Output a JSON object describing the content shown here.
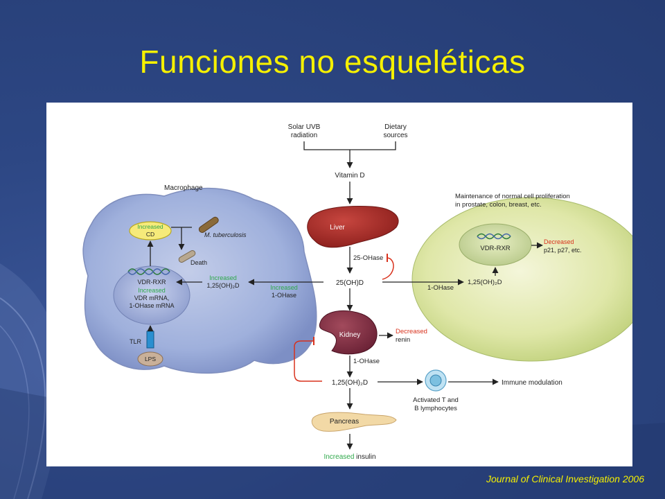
{
  "slide": {
    "title": "Funciones no esqueléticas",
    "credit": "Journal of Clinical Investigation 2006"
  },
  "diagram": {
    "solar_uvb": [
      "Solar UVB",
      "radiation"
    ],
    "dietary": [
      "Dietary",
      "sources"
    ],
    "vitamin_d": "Vitamin D",
    "liver": "Liver",
    "ohase25": "25-OHase",
    "ohd25": "25(OH)D",
    "kidney": "Kidney",
    "decreased_renin": [
      "Decreased",
      "renin"
    ],
    "ohase1_kidney": "1-OHase",
    "ohd125_lower": "1,25(OH)₂D",
    "activated_tb": [
      "Activated T and",
      "B lymphocytes"
    ],
    "immune_modulation": "Immune modulation",
    "pancreas": "Pancreas",
    "increased_insulin": [
      "Increased",
      " insulin"
    ],
    "maintenance": [
      "Maintenance of normal cell proliferation",
      "in prostate, colon, breast, etc."
    ],
    "vdr_rxr_right": "VDR-RXR",
    "decreased_p21": [
      "Decreased",
      "p21, p27, etc."
    ],
    "ohase1_right": "1-OHase",
    "ohd125_right": "1,25(OH)₂D",
    "macrophage": "Macrophage",
    "increased_cd": [
      "Increased",
      "CD"
    ],
    "m_tuberculosis": "M. tuberculosis",
    "death": "Death",
    "vdr_rxr_left": "VDR-RXR",
    "increased_vdr": [
      "Increased",
      "VDR mRNA,",
      "1-OHase mRNA"
    ],
    "increased_125": [
      "Increased",
      "1,25(OH)₂D"
    ],
    "increased_1ohase": [
      "Increased",
      "1-OHase"
    ],
    "tlr": "TLR",
    "lps": "LPS"
  },
  "colors": {
    "title": "#f5f000",
    "background": "#2d4784",
    "increased_green": "#2ea84a",
    "decreased_red": "#d8311c",
    "inhibit_red": "#d8311c"
  }
}
